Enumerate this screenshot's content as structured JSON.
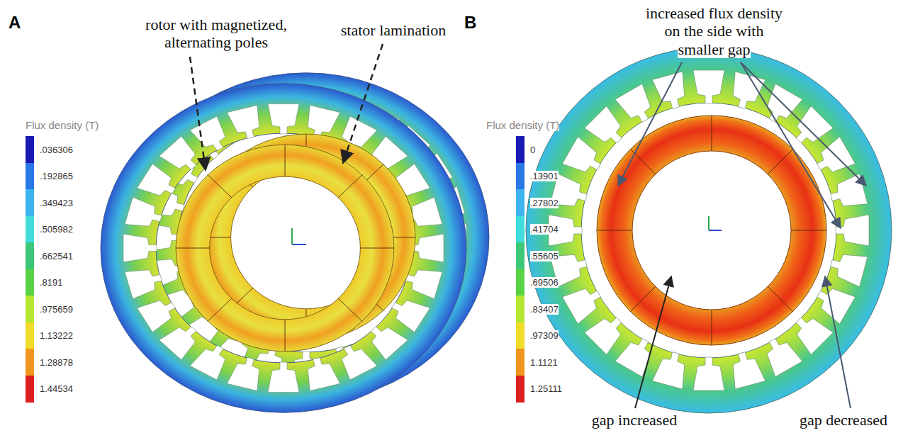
{
  "diagram": {
    "labels": [
      "A",
      "rotor with magnetized, alternating poles",
      "stator lamination",
      "Flux density (T)",
      "B",
      "increased flux density on the side with smaller gap",
      "Flux density (T)",
      "gap increased",
      "gap decreased"
    ],
    "legend": [
      {
        "text": ".036306",
        "color": "#1a1ab4"
      },
      {
        "text": ".192865",
        "color": "#2a78e6"
      },
      {
        "text": ".349423",
        "color": "#3cb4f0"
      },
      {
        "text": ".505982",
        "color": "#40dcdc"
      },
      {
        "text": ".662541",
        "color": "#3cc878"
      },
      {
        "text": ".8191",
        "color": "#5ad246"
      },
      {
        "text": ".975659",
        "color": "#b4e632"
      },
      {
        "text": "1.13222",
        "color": "#f0dc28"
      },
      {
        "text": "1.28878",
        "color": "#f0961e"
      },
      {
        "text": "1.44534",
        "color": "#dc1e1e"
      },
      {
        "text": "0",
        "color": "#1a1ab4"
      },
      {
        "text": ".13901",
        "color": "#2a78e6"
      },
      {
        "text": ".27802",
        "color": "#3cb4f0"
      },
      {
        "text": ".41704",
        "color": "#40dcdc"
      },
      {
        "text": ".55605",
        "color": "#3cc878"
      },
      {
        "text": ".69506",
        "color": "#5ad246"
      },
      {
        "text": ".83407",
        "color": "#b4e632"
      },
      {
        "text": ".97309",
        "color": "#f0dc28"
      },
      {
        "text": "1.1121",
        "color": "#f0961e"
      },
      {
        "text": "1.25111",
        "color": "#dc1e1e"
      }
    ]
  }
}
